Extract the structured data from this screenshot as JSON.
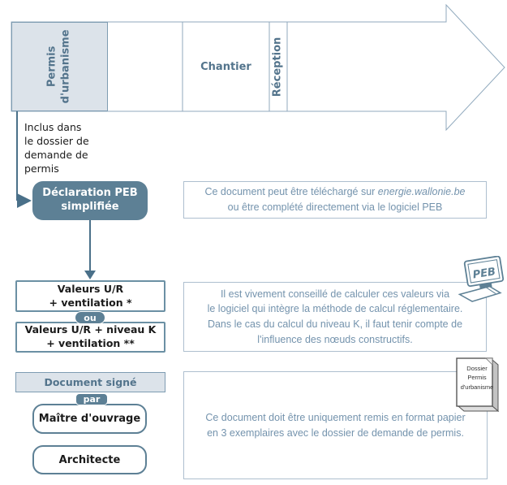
{
  "timeline": {
    "phase_permis": "Permis\nd'urbanisme",
    "phase_chantier": "Chantier",
    "phase_reception": "Réception"
  },
  "annotations": {
    "inclus_note": "Inclus dans\nle dossier de\ndemande de\npermis"
  },
  "flow": {
    "declaration_label": "Déclaration PEB\nsimplifiée",
    "valeurs_ur_label": "Valeurs U/R\n+ ventilation *",
    "ou_label": "ou",
    "valeurs_k_label": "Valeurs U/R + niveau K\n+ ventilation **",
    "document_signe_label": "Document signé",
    "par_label": "par",
    "maitre_label": "Maître d'ouvrage",
    "architecte_label": "Architecte"
  },
  "info_boxes": {
    "download_pre": "Ce document peut être téléchargé sur ",
    "download_italic": "energie.wallonie.be",
    "download_line2": "ou être complété directement via le logiciel PEB",
    "software_note": "Il est vivement conseillé de calculer ces valeurs via\nle logiciel qui intègre la méthode de calcul réglementaire.\nDans le cas du calcul du niveau K, il faut tenir compte de\nl'influence des nœuds constructifs.",
    "paper_note": "Ce document doit être uniquement remis en format papier\nen 3 exemplaires avec le dossier de demande de permis."
  },
  "icons": {
    "peb_screen_label": "PEB",
    "dossier_label": "Dossier\nPermis\nd'urbanisme"
  },
  "colors": {
    "slate": "#5d8095",
    "light_fill": "#dce3ea",
    "light_border": "#7e9cb2",
    "timeline_stroke": "#90a9bd",
    "info_border": "#aebfcf",
    "info_text": "#7493ad",
    "label_text": "#53748c",
    "connector": "#4a7089",
    "dark_text": "#1b1b1b"
  }
}
